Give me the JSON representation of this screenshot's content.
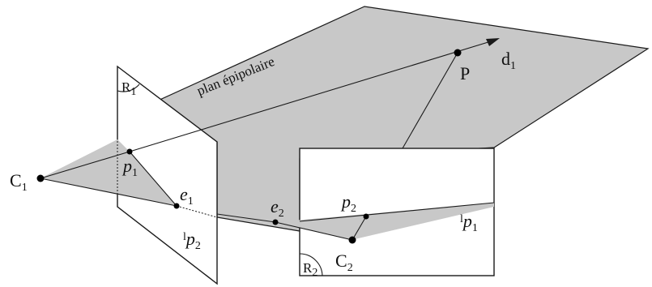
{
  "labels": {
    "epipolar_plane": "plan épipolaire",
    "c1": {
      "main": "C",
      "sub": "1"
    },
    "c2": {
      "main": "C",
      "sub": "2"
    },
    "p1": {
      "main": "p",
      "sub": "1"
    },
    "p2": {
      "main": "p",
      "sub": "2"
    },
    "e1": {
      "main": "e",
      "sub": "1"
    },
    "e2": {
      "main": "e",
      "sub": "2"
    },
    "big_p": "P",
    "d1": {
      "main": "d",
      "sub": "1"
    },
    "r1": {
      "main": "R",
      "sub": "1"
    },
    "r2": {
      "main": "R",
      "sub": "2"
    },
    "lp1": {
      "prefix": "l",
      "main": "p",
      "sub": "1"
    },
    "lp2": {
      "prefix": "l",
      "main": "p",
      "sub": "2"
    }
  },
  "colors": {
    "plane_fill": "#c8c8c8",
    "image_plane_fill": "#ffffff",
    "stroke": "#1a1a1a",
    "point": "#000000"
  }
}
